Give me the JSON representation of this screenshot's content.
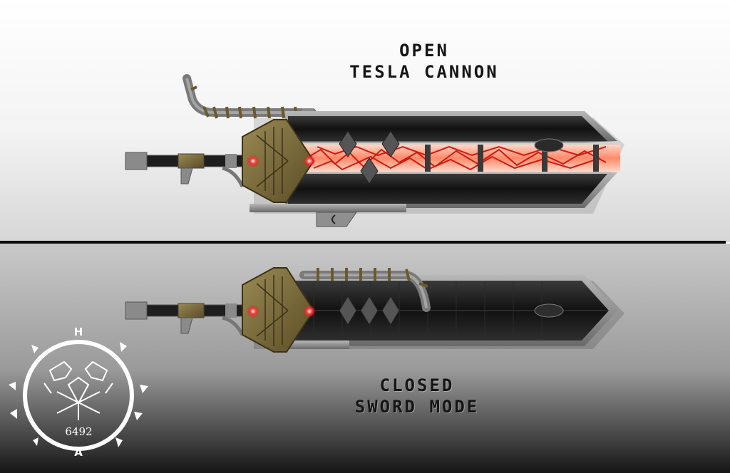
{
  "open_mode": {
    "caption_line1": "OPEN",
    "caption_line2": "TESLA CANNON"
  },
  "closed_mode": {
    "caption_line1": "CLOSED",
    "caption_line2": "SWORD MODE"
  },
  "emblem": {
    "top_letter": "H",
    "bottom_letter": "A",
    "code": "6492"
  },
  "colors": {
    "blade_dark": "#1c1c1c",
    "blade_edge": "#8a8a8a",
    "guard_bronze": "#7a6a3a",
    "energy_red": "#e03a1a",
    "eye_glow": "#ff3030"
  }
}
